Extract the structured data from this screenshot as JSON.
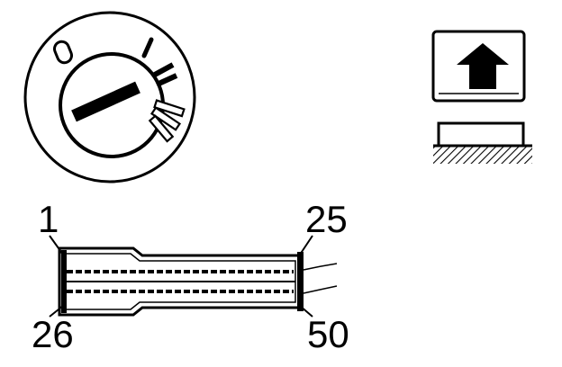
{
  "ignition_switch": {
    "positions": [
      "0",
      "I",
      "II",
      "III"
    ]
  },
  "button_icon": "up-arrow-icon",
  "connector": {
    "pin_first_top": "1",
    "pin_last_top": "25",
    "pin_first_bottom": "26",
    "pin_last_bottom": "50"
  }
}
